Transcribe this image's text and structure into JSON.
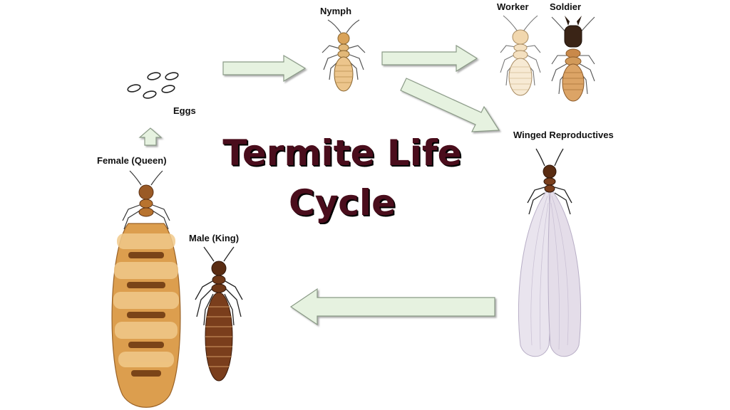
{
  "title": {
    "line1": "Termite Life",
    "line2": "Cycle"
  },
  "stages": {
    "eggs": "Eggs",
    "nymph": "Nymph",
    "worker": "Worker",
    "soldier": "Soldier",
    "winged": "Winged Reproductives",
    "queen": "Female (Queen)",
    "king": "Male (King)"
  },
  "colors": {
    "arrow_fill": "#e6f2e0",
    "arrow_stroke": "#8a9a86",
    "title_text": "#4a0d1c",
    "queen_body": "#d99a48",
    "king_body": "#7a3e1c",
    "wing": "#e9e4ee"
  }
}
